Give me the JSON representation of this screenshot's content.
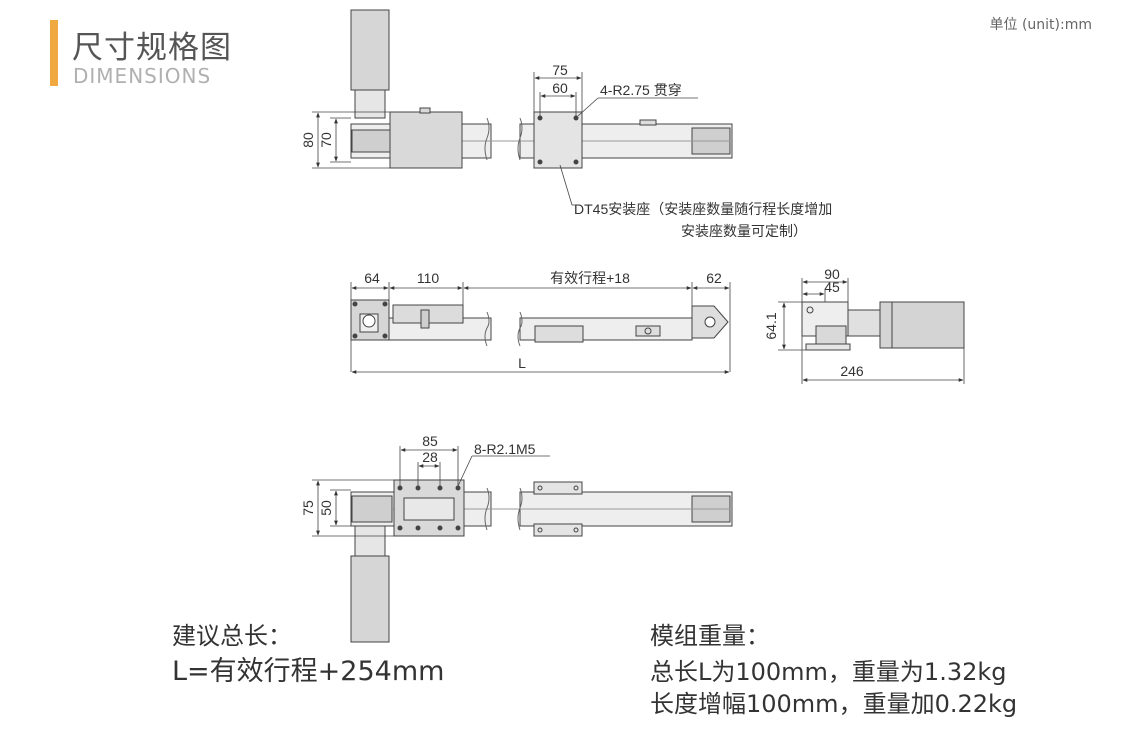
{
  "header": {
    "title_cn": "尺寸规格图",
    "title_en": "DIMENSIONS",
    "unit": "单位 (unit):mm",
    "accent_color": "#f0a840"
  },
  "view_top": {
    "dim_75": "75",
    "dim_60": "60",
    "hole_label": "4-R2.75 贯穿",
    "dim_80": "80",
    "dim_70": "70",
    "mount_line1": "DT45安装座（安装座数量随行程长度增加",
    "mount_line2": "安装座数量可定制）"
  },
  "view_side": {
    "dim_64": "64",
    "dim_110": "110",
    "dim_stroke": "有效行程+18",
    "dim_62": "62",
    "dim_L": "L"
  },
  "view_end": {
    "dim_90": "90",
    "dim_45": "45",
    "dim_64_1": "64.1",
    "dim_246": "246"
  },
  "view_bottom": {
    "dim_85": "85",
    "dim_28": "28",
    "thread_label": "8-R2.1M5",
    "dim_75": "75",
    "dim_50": "50"
  },
  "notes": {
    "length_title": "建议总长：",
    "length_formula": "L=有效行程+254mm",
    "weight_title": "模组重量：",
    "weight_line1": "总长L为100mm，重量为1.32kg",
    "weight_line2": "长度增幅100mm，重量加0.22kg"
  }
}
